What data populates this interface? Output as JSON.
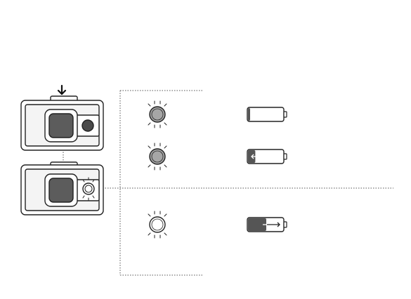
{
  "diagram": {
    "colors": {
      "outline": "#222222",
      "device_fill": "#f7f7f7",
      "screen": "#5c5c5c",
      "led_gray": "#a6a6a6",
      "led_off": "#ffffff",
      "battery_fill": "#555555",
      "guide_line": "#555555"
    },
    "devices": [
      {
        "name": "device-top",
        "state": "button-pressed",
        "arrow_icon": "arrow-down-icon",
        "led": "dark-button"
      },
      {
        "name": "device-bottom",
        "state": "led-lit",
        "led": "lit-ring"
      }
    ],
    "rows": [
      {
        "led_state": "blinking-gray",
        "battery_level": 0.0,
        "battery_arrow": "none"
      },
      {
        "led_state": "blinking-gray",
        "battery_level": 0.2,
        "battery_arrow": "left"
      },
      {
        "led_state": "blinking-white",
        "battery_level": 0.5,
        "battery_arrow": "right"
      }
    ]
  }
}
